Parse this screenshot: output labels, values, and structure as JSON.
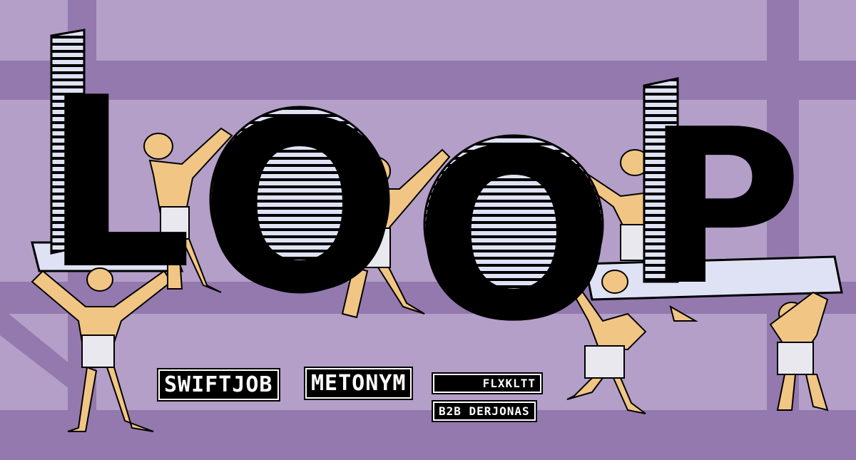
{
  "poster": {
    "title_letters": [
      "L",
      "O",
      "O",
      "P"
    ],
    "lineup": {
      "artist_1": "SWIFTJOB",
      "artist_2": "METONYM",
      "artist_3": "FLXKLTT",
      "artist_4": "B2B DERJONAS"
    },
    "colors": {
      "background": "#b39fc8",
      "beam": "#9379ae",
      "letter": "#000000",
      "stripe": "#dfe2f4",
      "skin": "#f1c684",
      "cloth": "#e8e8ee"
    }
  }
}
